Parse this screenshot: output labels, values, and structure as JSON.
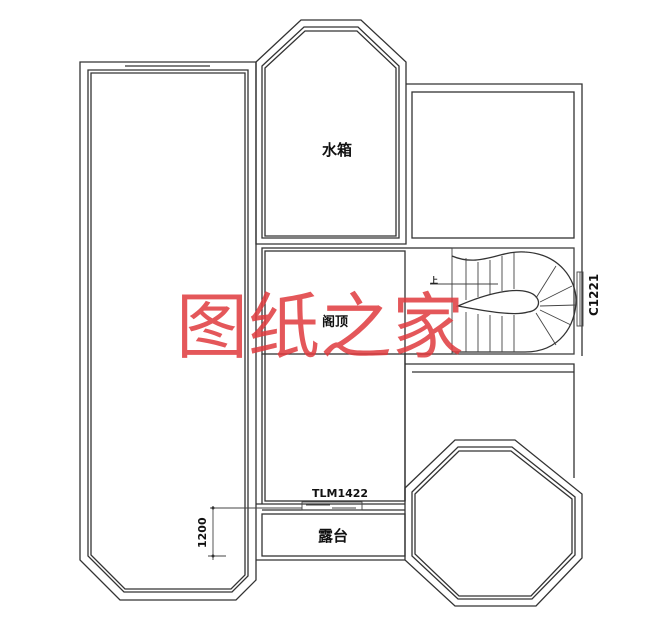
{
  "floor_plan": {
    "rooms": [
      {
        "id": "water-tank",
        "label": "水箱"
      },
      {
        "id": "attic",
        "label": "阁顶"
      },
      {
        "id": "terrace",
        "label": "露台"
      }
    ],
    "openings": {
      "door": "TLM1422",
      "window": "C1221"
    },
    "dimensions": {
      "terrace_depth": "1200"
    },
    "stair_marker": "上"
  },
  "watermark": {
    "text": "图纸之家",
    "color": "#e03a3e"
  }
}
